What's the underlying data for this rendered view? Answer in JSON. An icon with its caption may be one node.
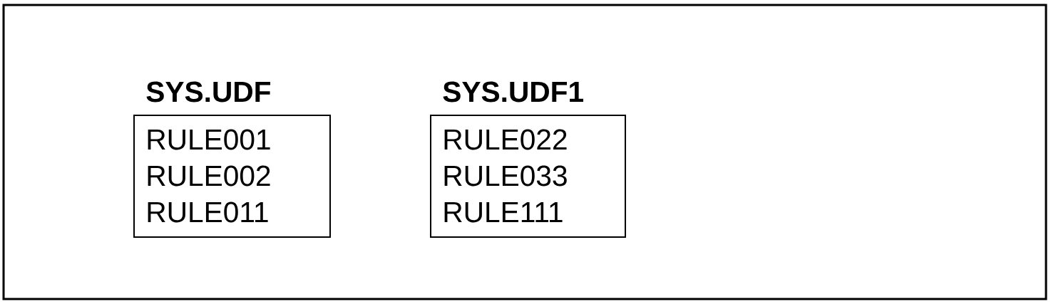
{
  "diagram": {
    "nodes": [
      {
        "text": [
          "SYS.UDF",
          "RULE001",
          "RULE002",
          "RULE011"
        ]
      },
      {
        "text": [
          "SYS.UDF1",
          "RULE022",
          "RULE033",
          "RULE111"
        ]
      }
    ]
  }
}
